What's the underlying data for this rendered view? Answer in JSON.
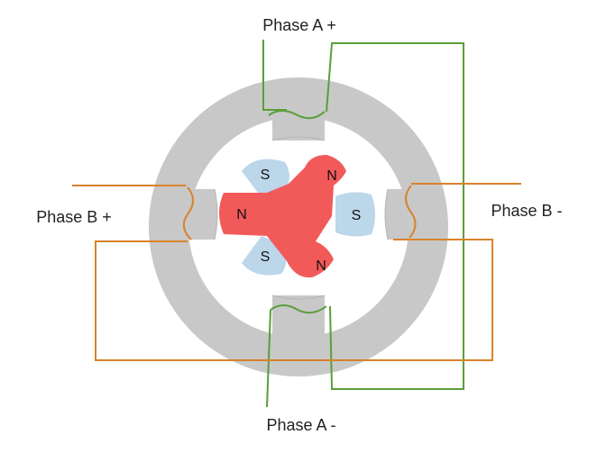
{
  "labels": {
    "phase_a_plus": "Phase A +",
    "phase_a_minus": "Phase A -",
    "phase_b_plus": "Phase B +",
    "phase_b_minus": "Phase B -"
  },
  "rotor_poles": {
    "north": [
      "N",
      "N",
      "N"
    ],
    "south": [
      "S",
      "S",
      "S"
    ]
  },
  "colors": {
    "stator": "#c8c8c8",
    "stator_edge": "#bdbdbd",
    "rotor_north": "#f25a5a",
    "rotor_south": "#bcd6ea",
    "phase_a_wire": "#5a9e3a",
    "phase_b_wire": "#d9822b"
  }
}
